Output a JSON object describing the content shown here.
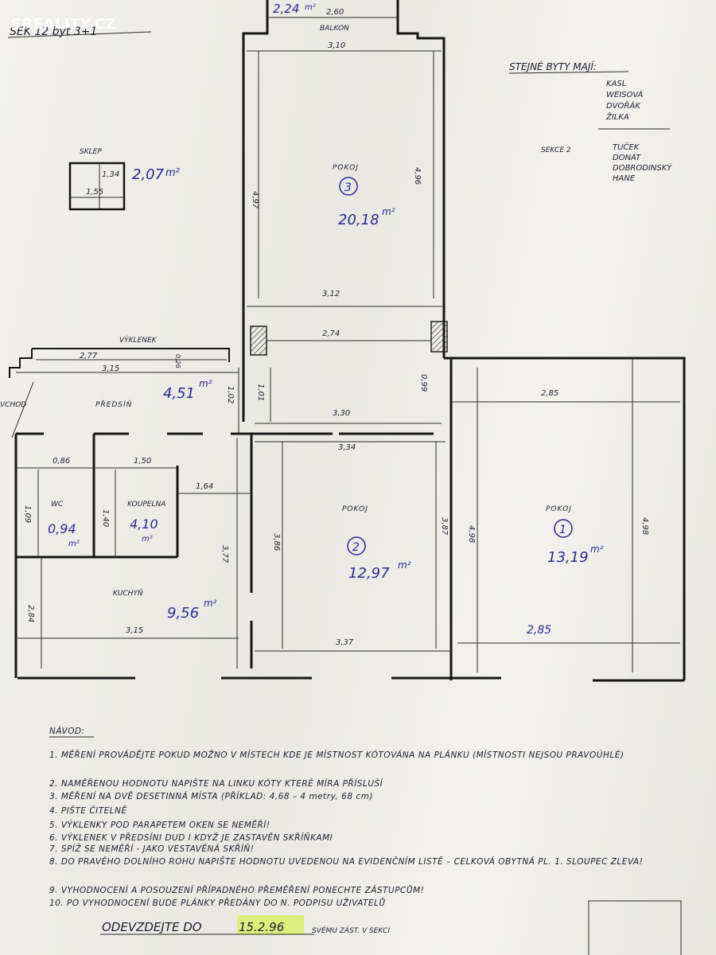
{
  "watermark": "SREALITY.CZ",
  "header": {
    "left": "SEK 12 byt 3+1"
  },
  "same_flats": {
    "title": "STEJNÉ BYTY MAJÍ:",
    "names": [
      "KASL",
      "WEISOVÁ",
      "DVOŘÁK",
      "ŽILKA"
    ],
    "section_label": "SEKCE 2",
    "section_names": [
      "TUČEK",
      "DONÁT",
      "DOBRODINSKÝ",
      "HANE"
    ]
  },
  "cellar": {
    "label": "SKLEP",
    "width": "1,55",
    "height": "1,34",
    "area": "2,07",
    "unit": "m²"
  },
  "balcony": {
    "label": "BALKON",
    "area": "2,24",
    "unit": "m²",
    "dim_a": "2,60",
    "dim_b": "3,10"
  },
  "rooms": {
    "room3": {
      "label": "POKOJ",
      "number": "3",
      "area": "20,18",
      "unit": "m²",
      "w": "3,12",
      "h_left": "4,97",
      "h_right": "4,96"
    },
    "room2": {
      "label": "POKOJ",
      "number": "2",
      "area": "12,97",
      "unit": "m²",
      "w_top": "3,30",
      "w_mid": "3,34",
      "w_bot": "3,37",
      "h_left": "3,86",
      "h_right": "3,87"
    },
    "room1": {
      "label": "POKOJ",
      "number": "1",
      "area": "13,19",
      "unit": "m²",
      "w_top": "2,85",
      "w_bot": "2,85",
      "h_left": "4,98",
      "h_right": "4,98"
    },
    "hall": {
      "label": "PŘEDSÍŇ",
      "area": "4,51",
      "unit": "m²",
      "h1": "1,02",
      "h2": "1,01"
    },
    "wc": {
      "label": "WC",
      "area": "0,94",
      "unit": "m²",
      "w": "0,86",
      "h": "1,09"
    },
    "bath": {
      "label": "KOUPELNA",
      "area": "4,10",
      "unit": "m²",
      "w": "1,50",
      "h": "1,40",
      "w2": "1,64"
    },
    "kitchen": {
      "label": "KUCHYŇ",
      "area": "9,56",
      "unit": "m²",
      "w": "3,15",
      "h": "2,84",
      "h2": "3,77"
    },
    "niche": {
      "label": "VÝKLENEK",
      "w1": "2,77",
      "w2": "3,15",
      "h": "0,26"
    },
    "entry": {
      "label": "VCHOD"
    }
  },
  "extra_dims": {
    "d274": "2,74",
    "d099": "0,99"
  },
  "notes": {
    "title": "NÁVOD:",
    "items": [
      "1. MĚŘENÍ PROVÁDĚJTE POKUD MOŽNO V MÍSTECH KDE JE MÍSTNOST KÓTOVÁNA NA PLÁNKU (MÍSTNOSTI NEJSOU PRAVOÚHLÉ)",
      "2. NAMĚŘENOU HODNOTU NAPIŠTE NA LINKU KÓTY KTERÉ MÍRA PŘÍSLUŠÍ",
      "3. MĚŘENÍ NA DVĚ DESETINNÁ MÍSTA (PŘÍKLAD: 4,68 – 4 metry, 68 cm)",
      "4. PIŠTE ČITELNĚ",
      "5. VÝKLENKY POD PARAPETEM OKEN SE NEMĚŘÍ!",
      "6. VÝKLENEK V PŘEDSÍNI DUD I KDYŽ JE ZASTAVĚN SKŘÍŇKAMI",
      "7. SPÍŽ SE NEMĚŘÍ - JAKO VESTAVĚNÁ SKŘÍŇ!",
      "8. DO PRAVÉHO DOLNÍHO ROHU NAPIŠTE HODNOTU UVEDENOU NA EVIDENČNÍM LISTĚ – CELKOVÁ OBYTNÁ PL. 1. SLOUPEC ZLEVA!",
      "9. VYHODNOCENÍ A POSOUZENÍ PŘÍPADNÉHO PŘEMĚŘENÍ PONECHTE ZÁSTUPCŮM!",
      "10. PO VYHODNOCENÍ BUDE PLÁNKY PŘEDÁNY DO N. PODPISU UŽIVATELŮ"
    ],
    "return_text": "ODEVZDEJTE DO",
    "return_date": "15.2.96",
    "return_suffix": "SVÉMU ZÁST. V SEKCI"
  }
}
